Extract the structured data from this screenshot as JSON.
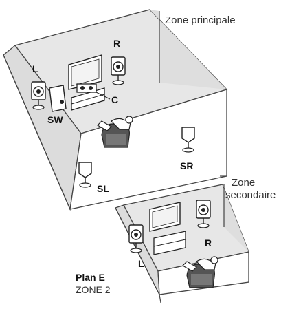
{
  "main_zone": {
    "title": "Zone principale",
    "speakers": {
      "front_left": "L",
      "front_right": "R",
      "center": "C",
      "subwoofer": "SW",
      "surround_left": "SL",
      "surround_right": "SR"
    }
  },
  "second_zone": {
    "title_line1": "Zone",
    "title_line2": "secondaire",
    "speakers": {
      "left": "L",
      "right": "R"
    }
  },
  "plan": {
    "title": "Plan E",
    "subtitle": "ZONE 2"
  }
}
